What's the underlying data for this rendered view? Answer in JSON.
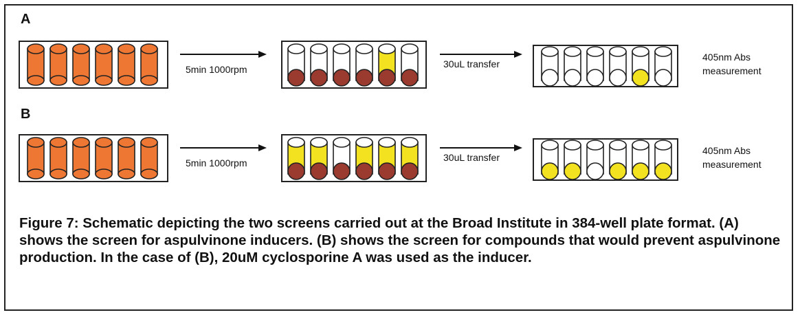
{
  "colors": {
    "orange": "#ee7733",
    "pellet": "#9b3b2f",
    "yellow": "#f2e21f",
    "outline": "#222222",
    "empty": "#ffffff"
  },
  "panels": [
    {
      "label": "A",
      "arrow1_label": "5min 1000rpm",
      "arrow2_label": "30uL transfer",
      "end_label_line1": "405nm Abs",
      "end_label_line2": "measurement",
      "plate1": [
        "orange",
        "orange",
        "orange",
        "orange",
        "orange",
        "orange"
      ],
      "plate2_fill": [
        "empty",
        "empty",
        "empty",
        "empty",
        "yellow",
        "empty"
      ],
      "plate2_pellet": [
        true,
        true,
        true,
        true,
        true,
        true
      ],
      "plate3_bottom": [
        "empty",
        "empty",
        "empty",
        "empty",
        "yellow",
        "empty"
      ]
    },
    {
      "label": "B",
      "arrow1_label": "5min 1000rpm",
      "arrow2_label": "30uL transfer",
      "end_label_line1": "405nm Abs",
      "end_label_line2": "measurement",
      "plate1": [
        "orange",
        "orange",
        "orange",
        "orange",
        "orange",
        "orange"
      ],
      "plate2_fill": [
        "yellow",
        "yellow",
        "empty",
        "yellow",
        "yellow",
        "yellow"
      ],
      "plate2_pellet": [
        true,
        true,
        true,
        true,
        true,
        true
      ],
      "plate3_bottom": [
        "yellow",
        "yellow",
        "empty",
        "yellow",
        "yellow",
        "yellow"
      ]
    }
  ],
  "caption": "Figure 7:  Schematic depicting the two screens carried out at the Broad Institute in 384-well plate format.  (A) shows the screen for aspulvinone inducers.  (B) shows the screen for compounds that would prevent aspulvinone production.  In the case of (B), 20uM cyclosporine A was used as the inducer."
}
